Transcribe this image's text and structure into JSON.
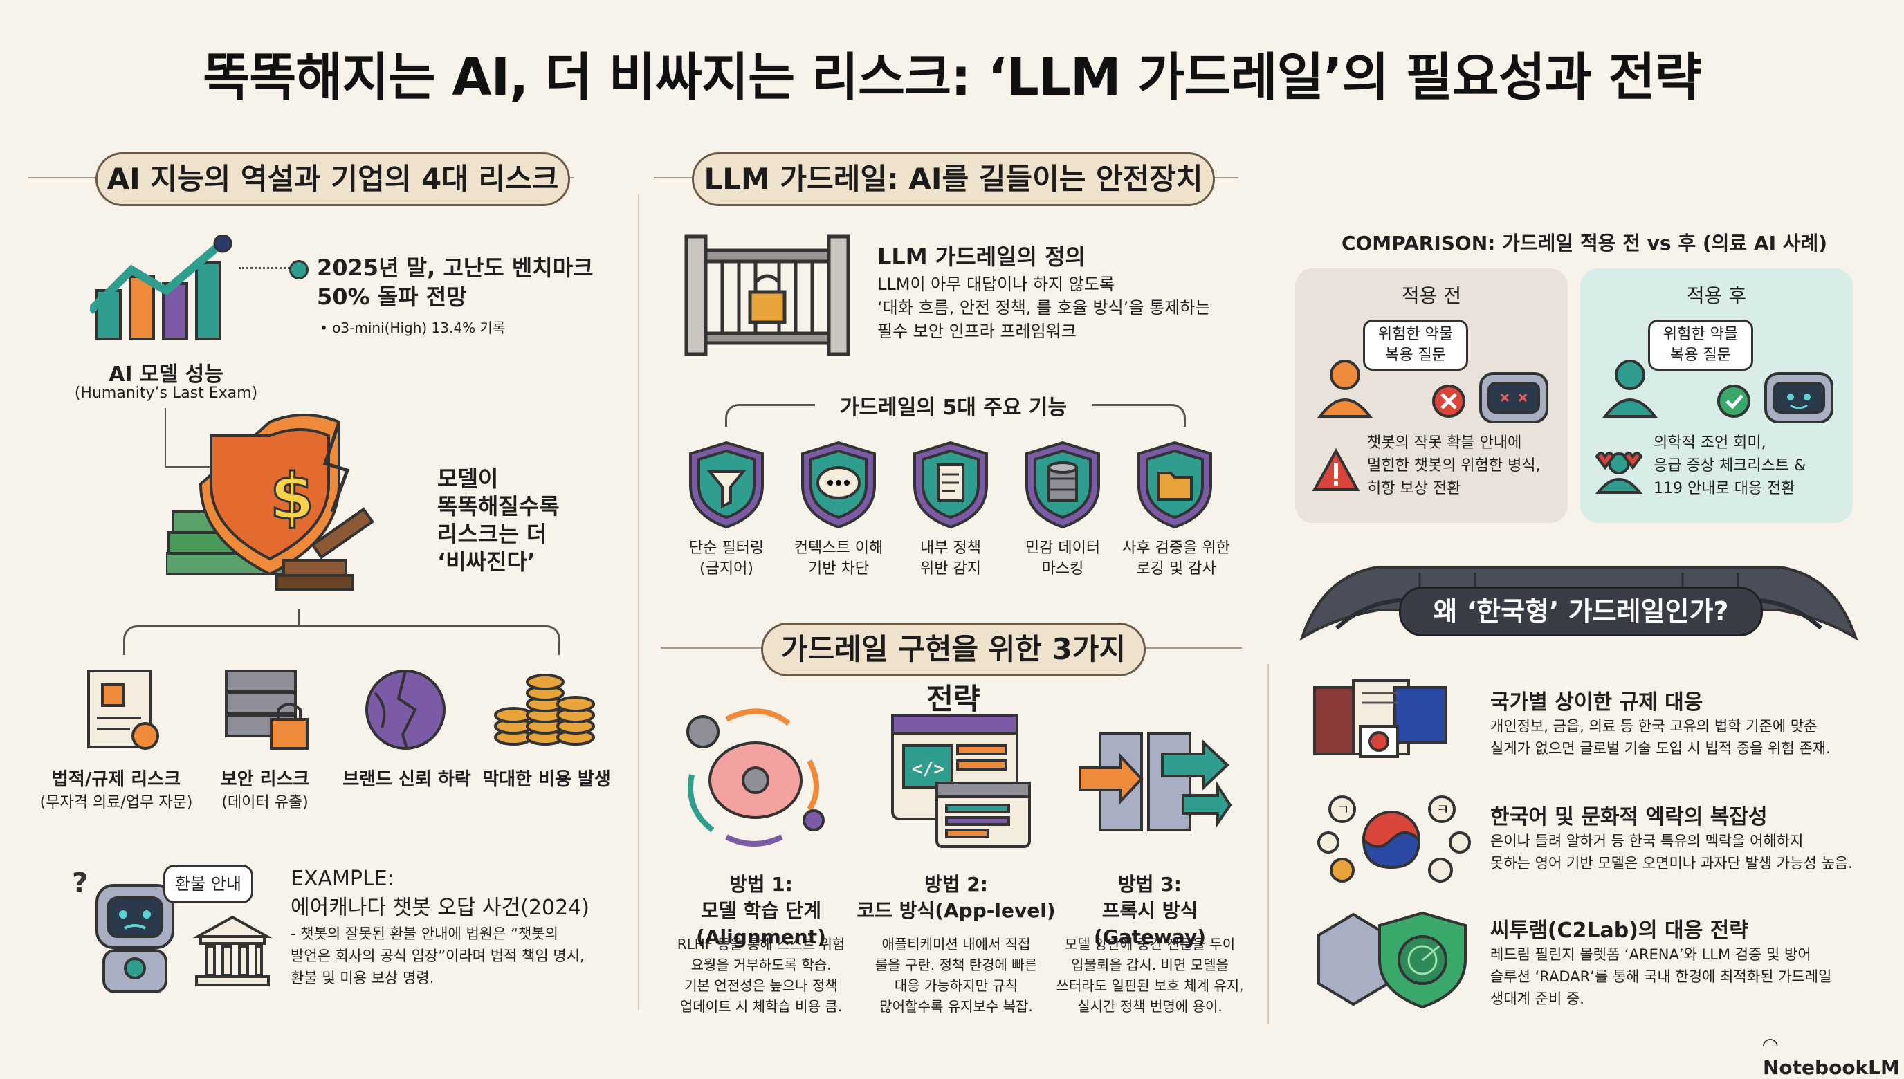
{
  "title": "똑똑해지는 AI, 더 비싸지는 리스크: ‘LLM 가드레일’의 필요성과 전략",
  "left": {
    "header": "AI 지능의 역설과 기업의 4대 리스크",
    "benchmark_title": "2025년 말, 고난도 벤치마크\n50% 돌파 전망",
    "benchmark_note": "• o3-mini(High) 13.4% 기록",
    "performance_label": "AI 모델 성능",
    "performance_sub": "(Humanity’s Last Exam)",
    "paradox_text": "모델이\n똑똑해질수록\n리스크는 더\n‘비싸진다’",
    "risks": [
      {
        "label": "법적/규제 리스크",
        "sub": "(무자격 의료/업무 자문)",
        "icon": "legal-document-icon"
      },
      {
        "label": "보안 리스크",
        "sub": "(데이터 유출)",
        "icon": "server-lock-icon"
      },
      {
        "label": "브랜드 신뢰 하락",
        "sub": "",
        "icon": "cracked-globe-icon"
      },
      {
        "label": "막대한 비용 발생",
        "sub": "",
        "icon": "coin-stacks-icon"
      }
    ],
    "example_bubble": "환불 안내",
    "example_title": "EXAMPLE:\n에어캐나다 챗봇 오답 사건(2024)",
    "example_text": "- 챗봇의 잘못된 환불 안내에 법원은 “챗봇의\n발언은 회사의 공식 입장”이라며 법적 책임 명시,\n환불 및 미용 보상 명령."
  },
  "middle": {
    "header": "LLM 가드레일: AI를 길들이는 안전장치",
    "def_title": "LLM 가드레일의 정의",
    "def_text": "LLM이 아무 대답이나 하지 않도록\n‘대화 흐름, 안전 정책, 를 호율 방식’을 통제하는\n필수 보안 인프라 프레임워크",
    "functions_title": "가드레일의 5대 주요 기능",
    "functions": [
      {
        "label": "단순 필터링\n(금지어)",
        "icon": "funnel-icon"
      },
      {
        "label": "컨텍스트 이해\n기반 차단",
        "icon": "chat-bubble-icon"
      },
      {
        "label": "내부 정책\n위반 감지",
        "icon": "document-icon"
      },
      {
        "label": "민감 데이터\n마스킹",
        "icon": "database-icon"
      },
      {
        "label": "사후 검증을 위한\n로깅 및 감사",
        "icon": "folder-icon"
      }
    ],
    "strategies_header": "가드레일 구현을 위한 3가지 전략",
    "strategies": [
      {
        "title": "방법 1:\n모델 학습 단계(Alignment)",
        "text": "RLHF 등을 통해 스스트 위험\n요웡을 거부하도록 학습.\n기본 언전성은 높으나 정책\n업데이트 시 체학습 비용 큼.",
        "icon": "brain-gear-icon"
      },
      {
        "title": "방법 2:\n코드 방식(App-level)",
        "text": "애플티케미션 내에서 직접\n룰을 구란. 정책 탄경에 빠른\n대응 가능하지만 규칙\n많어할수록 유지보수 복잡.",
        "icon": "code-window-icon"
      },
      {
        "title": "방법 3:\n프록시 방식(Gateway)",
        "text": "모델 앙단에 중간 전문을 두이\n입물뢰을 갑시. 비면 모델을\n쓰터라도 일핀된 보호 체계 유지,\n실시간 정책 번명에 용이.",
        "icon": "proxy-arrows-icon"
      }
    ]
  },
  "right": {
    "comparison_title": "COMPARISON: 가드레일 적용 전 vs 후 (의료 AI 사례)",
    "before": {
      "label": "적용 전",
      "bubble": "위험한 약물\n복용 질문",
      "text": "챗봇의 작못 확블 안내에\n멀힌한 챗봇의 위험한 병식,\n히항 보상 전환"
    },
    "after": {
      "label": "적용 후",
      "bubble": "위험한 약믈\n복용 질문",
      "text": "의학적 조언 회미,\n응급 증상 체크리스트 &\n119 안내로 대응 전환"
    },
    "korean_banner": "왜 ‘한국형’ 가드레일인가?",
    "reasons": [
      {
        "title": "국가별 상이한 규제 대응",
        "text": "개인정보, 금읍, 의료 등 한국 고유의 법학 기준에 맞춘\n실게가 없으면 글로벌 기술 도입 시 빕적 중을 위험 존재.",
        "icon": "regulation-docs-icon"
      },
      {
        "title": "한국어 및 문화적 엑락의 복잡성",
        "text": "은이나 들려 알하거 등 한국 특유의 멕락을 어해하지\n못하는 영어 기반 모델은 오면미나 과자단 발생 가능성 높음.",
        "icon": "taegeuk-letters-icon"
      },
      {
        "title": "씨투램(C2Lab)의 대응 전략",
        "text": "레드림 필린지 몰렛폼 ‘ARENA’와 LLM 검증 및 방어\n슬루션 ‘RADAR’를 통해 국내 한경에 최적화된 가드레일\n생대계 준비 중.",
        "icon": "radar-shield-icon"
      }
    ]
  },
  "footer": {
    "brand": "NotebookLM"
  },
  "colors": {
    "teal": "#2f9e8f",
    "orange": "#ef8a3a",
    "purple": "#7b5aa6",
    "red": "#d9453a",
    "green": "#3aa86b",
    "before_bg": "#e8e2da",
    "after_bg": "#d9ede8"
  }
}
